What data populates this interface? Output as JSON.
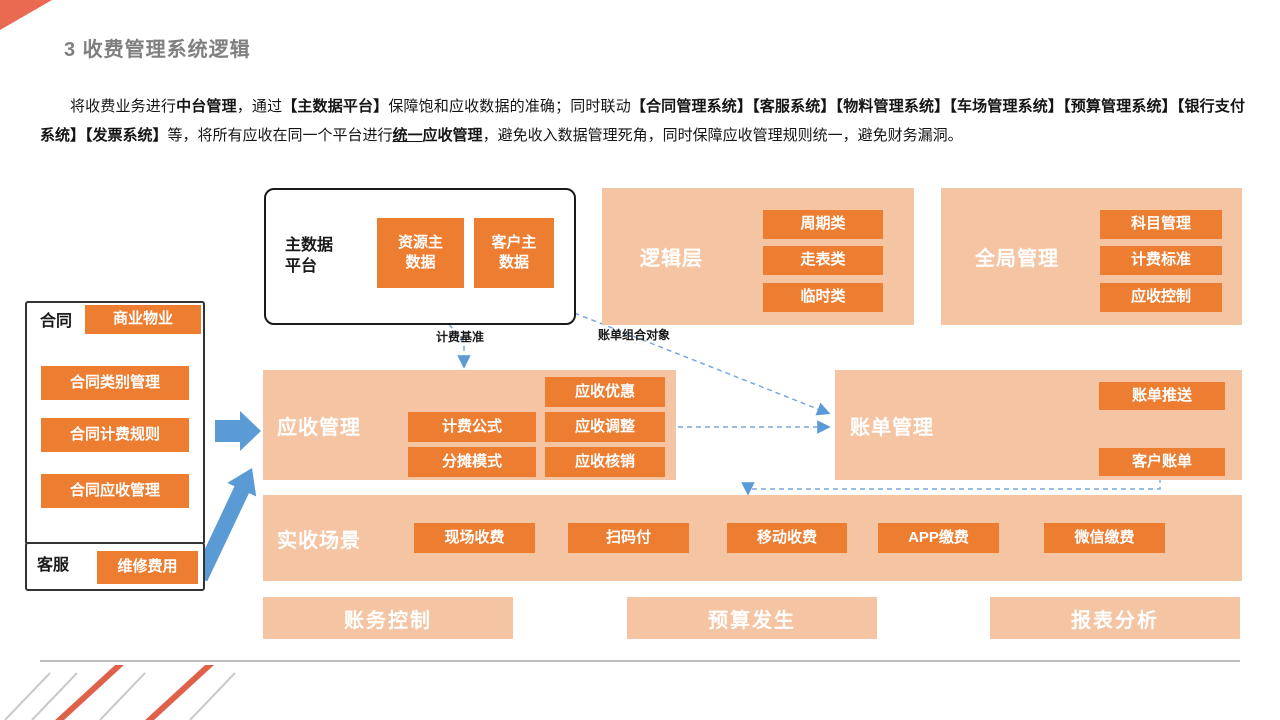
{
  "colors": {
    "accent_orange": "#ED7D31",
    "light_orange": "#F5C5A3",
    "arrow_blue": "#5B9BD5",
    "dashed_blue": "#7CA6DC",
    "title_gray": "#7F7F7F"
  },
  "header": {
    "title": "3 收费管理系统逻辑"
  },
  "intro": {
    "segments": [
      {
        "text": "将收费业务进行"
      },
      {
        "text": "中台管理"
      },
      {
        "text": "，通过"
      },
      {
        "text": "【主数据平台】"
      },
      {
        "text": "保障饱和应收数据的准确；同时联动"
      },
      {
        "text": "【合同管理系统】【客服系统】【物料管理系统】【车场管理系统】【预算管理系统】【银行支付系统】【发票系统】"
      },
      {
        "text": "等，将所有应收在同一个平台进行"
      },
      {
        "text": "统一"
      },
      {
        "text": "应收管理"
      },
      {
        "text": "，避免收入数据管理死角，同时保障应收管理规则统一，避免财务漏洞。"
      }
    ]
  },
  "master_platform": {
    "label": "主数据平台",
    "items": [
      "资源主数据",
      "客户主数据"
    ]
  },
  "logic_layer": {
    "label": "逻辑层",
    "items": [
      "周期类",
      "走表类",
      "临时类"
    ]
  },
  "global_mgmt": {
    "label": "全局管理",
    "items": [
      "科目管理",
      "计费标准",
      "应收控制"
    ]
  },
  "contract": {
    "label": "合同",
    "tag": "商业物业",
    "items": [
      "合同类别管理",
      "合同计费规则",
      "合同应收管理"
    ]
  },
  "service": {
    "label": "客服",
    "tag": "维修费用"
  },
  "receivable": {
    "label": "应收管理",
    "items_left": [
      "计费公式",
      "分摊模式"
    ],
    "items_right": [
      "应收优惠",
      "应收调整",
      "应收核销"
    ]
  },
  "billing": {
    "label": "账单管理",
    "items": [
      "账单推送",
      "客户账单"
    ]
  },
  "collection": {
    "label": "实收场景",
    "items": [
      "现场收费",
      "扫码付",
      "移动收费",
      "APP缴费",
      "微信缴费"
    ]
  },
  "bottom_row": {
    "items": [
      "账务控制",
      "预算发生",
      "报表分析"
    ]
  },
  "connectors": {
    "billing_basis_label": "计费基准",
    "bill_combo_label": "账单组合对象"
  }
}
